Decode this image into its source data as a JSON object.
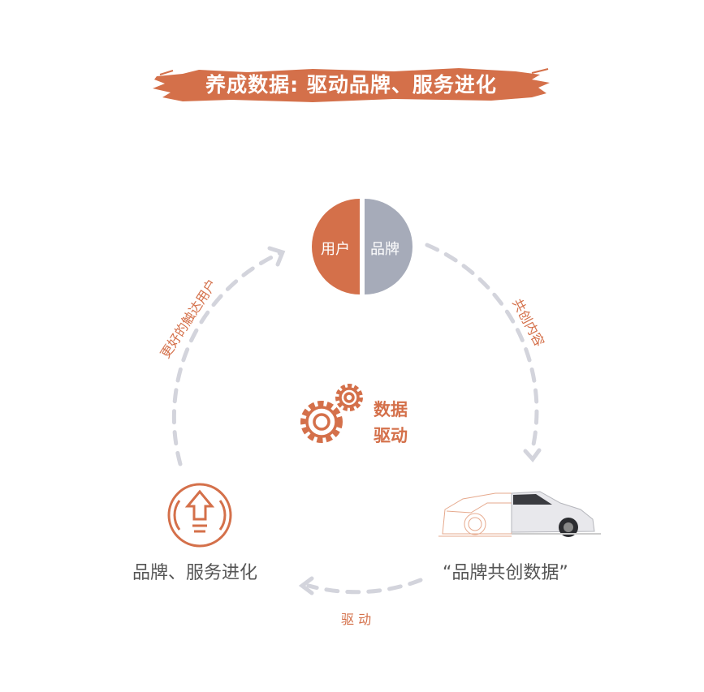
{
  "title": "养成数据: 驱动品牌、服务进化",
  "top_node": {
    "left_label": "用户",
    "right_label": "品牌"
  },
  "center": {
    "line1": "数据",
    "line2": "驱动"
  },
  "arc_labels": {
    "left": "更好的触达用户",
    "right": "共创内容",
    "bottom": "驱 动"
  },
  "bottom_left_caption": "品牌、服务进化",
  "bottom_right_caption": "“品牌共创数据”",
  "colors": {
    "accent": "#d4704a",
    "grey": "#a6abb9",
    "dash": "#d3d4dc"
  }
}
